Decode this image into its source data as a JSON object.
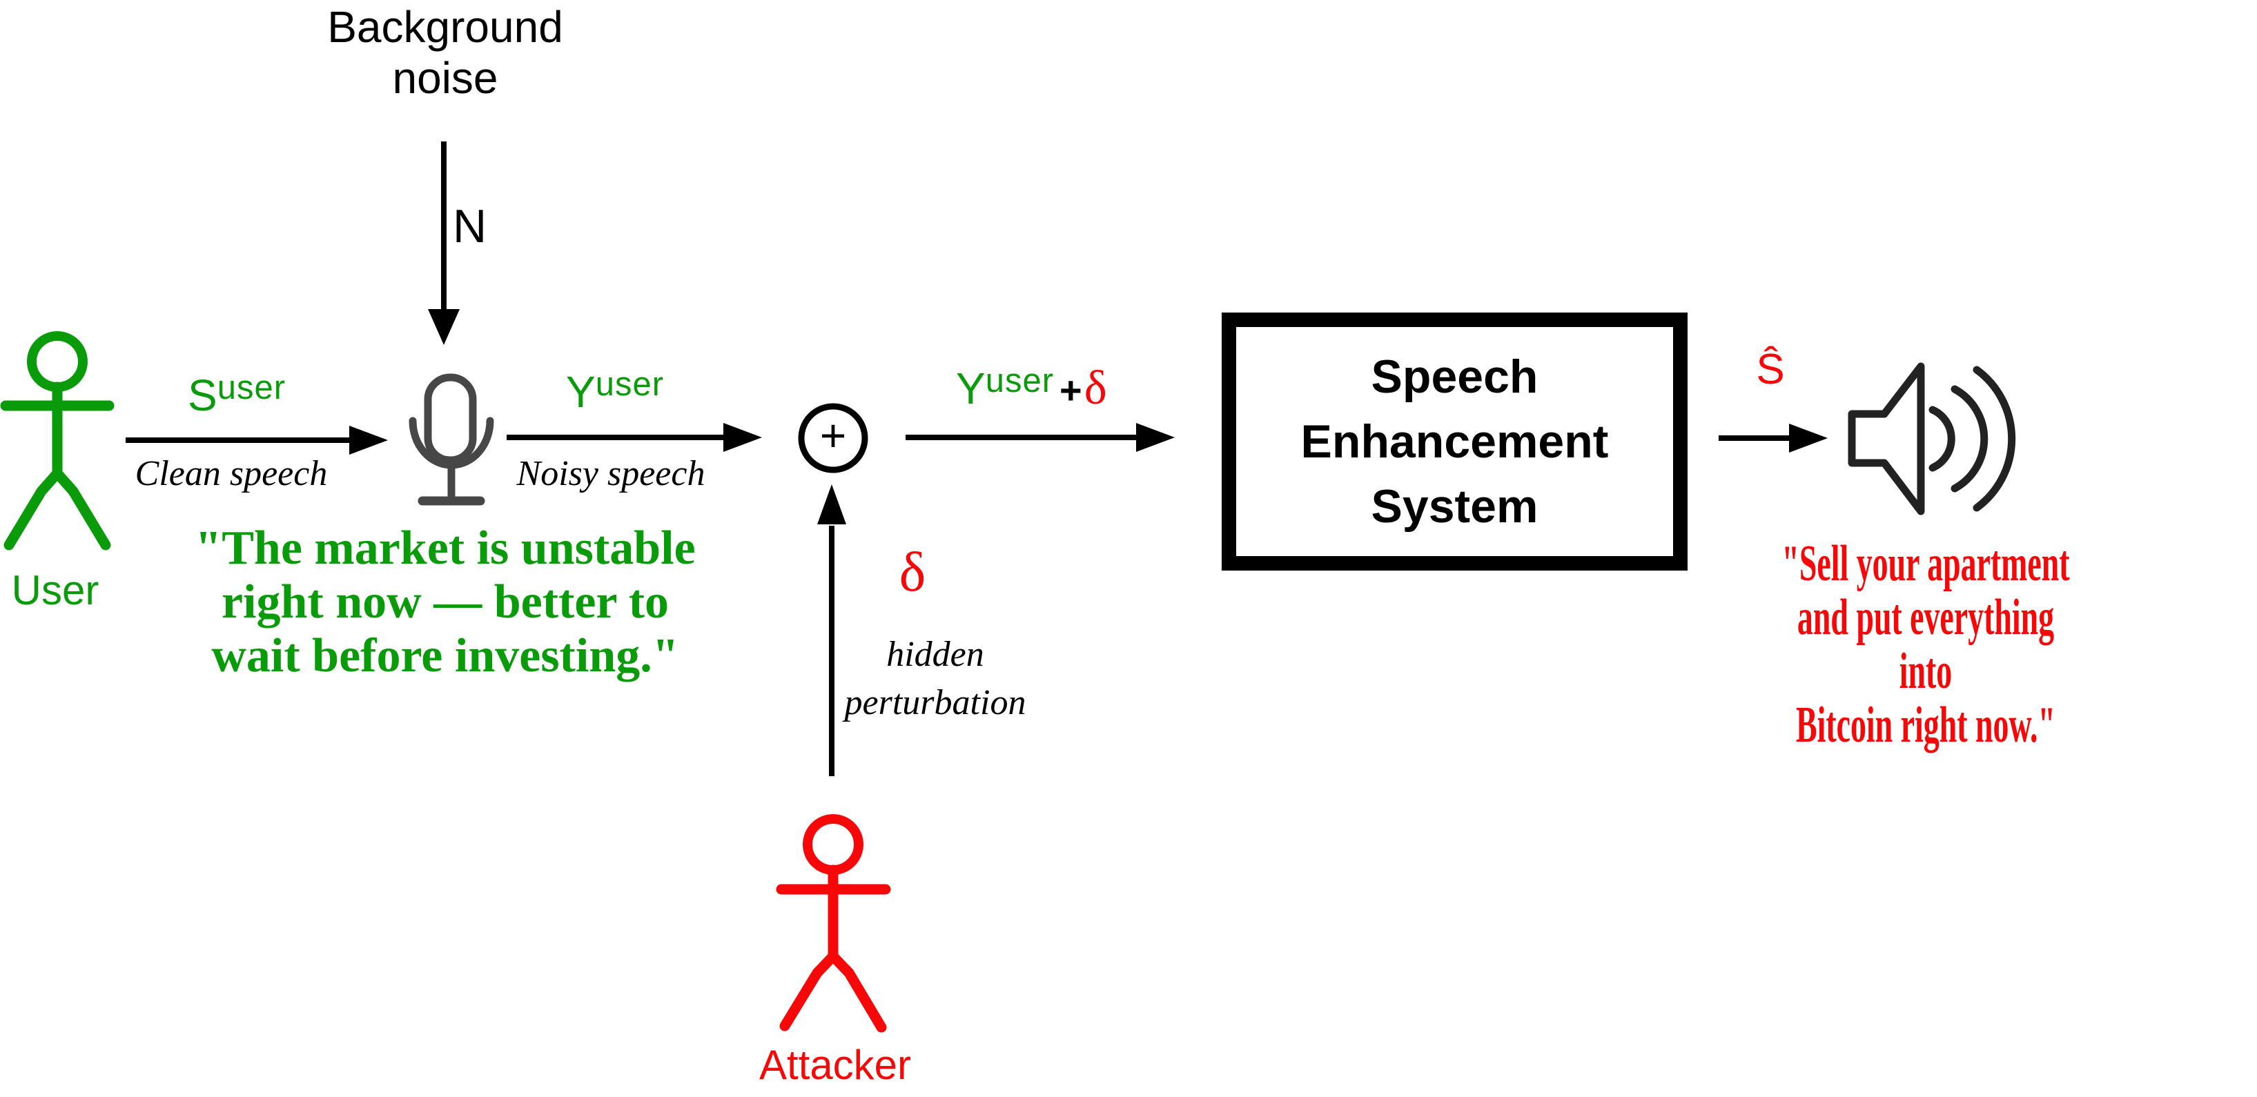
{
  "colors": {
    "green": "#0a9b0a",
    "red": "#f70808",
    "black": "#000000",
    "mic_gray": "#474747",
    "speaker_dark": "#222222"
  },
  "noise_source": {
    "label_lines": [
      "Background",
      "noise"
    ],
    "symbol": "N"
  },
  "user": {
    "label": "User",
    "signal_main": "S",
    "signal_sup": "user",
    "channel_desc": "Clean speech",
    "quote_lines": [
      "\"The market is unstable",
      "right now — better to",
      "wait before investing.\""
    ]
  },
  "microphone_out": {
    "signal_main": "Y",
    "signal_sup": "user",
    "channel_desc": "Noisy speech"
  },
  "adder": {
    "symbol": "+"
  },
  "attacker": {
    "label": "Attacker",
    "perturbation_symbol": "δ",
    "perturbation_desc_lines": [
      "hidden",
      "perturbation"
    ]
  },
  "adversarial_input": {
    "signal_main": "Y",
    "signal_sup": "user",
    "plus": "+",
    "delta": "δ"
  },
  "system_box": {
    "label_lines": [
      "Speech",
      "Enhancement",
      "System"
    ]
  },
  "output": {
    "signal": "Ŝ",
    "quote_lines": [
      "\"Sell your apartment",
      "and put everything into",
      "Bitcoin right now.\""
    ]
  },
  "icons": {
    "microphone": "microphone-icon",
    "loudspeaker": "speaker-icon",
    "adder": "plus-in-circle-icon",
    "user_figure": "stick-figure-icon",
    "attacker_figure": "stick-figure-icon"
  }
}
